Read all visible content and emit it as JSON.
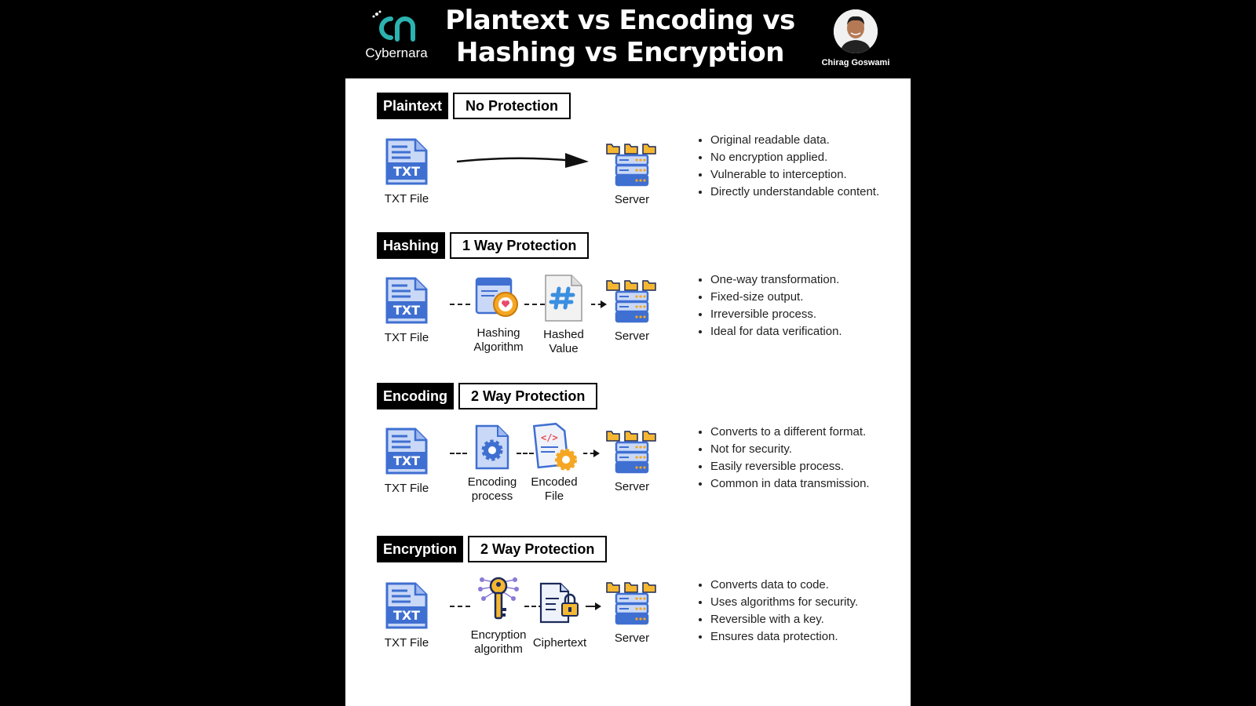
{
  "header": {
    "logo_text": "Cybernara",
    "title_line1": "Plantext vs Encoding vs",
    "title_line2": "Hashing vs Encryption",
    "author_name": "Chirag Goswami"
  },
  "sections": [
    {
      "tag": "Plaintext",
      "protection": "No Protection",
      "nodes": {
        "file": "TXT File",
        "server": "Server"
      },
      "bullets": [
        "Original readable data.",
        "No encryption applied.",
        "Vulnerable to interception.",
        "Directly understandable content."
      ]
    },
    {
      "tag": "Hashing",
      "protection": "1 Way Protection",
      "nodes": {
        "file": "TXT File",
        "step1": "Hashing Algorithm",
        "step2": "Hashed Value",
        "server": "Server"
      },
      "bullets": [
        "One-way transformation.",
        "Fixed-size output.",
        "Irreversible process.",
        "Ideal for data verification."
      ]
    },
    {
      "tag": "Encoding",
      "protection": "2 Way Protection",
      "nodes": {
        "file": "TXT File",
        "step1": "Encoding process",
        "step2": "Encoded File",
        "server": "Server"
      },
      "bullets": [
        "Converts to a different format.",
        "Not for security.",
        "Easily reversible process.",
        "Common in data transmission."
      ]
    },
    {
      "tag": "Encryption",
      "protection": "2 Way Protection",
      "nodes": {
        "file": "TXT File",
        "step1": "Encryption algorithm",
        "step2": "Ciphertext",
        "server": "Server"
      },
      "bullets": [
        "Converts data to code.",
        "Uses algorithms for security.",
        "Reversible with a key.",
        "Ensures data protection."
      ]
    }
  ],
  "colors": {
    "doc_blue": "#3f6fd1",
    "doc_light": "#b9ccf3",
    "folder": "#f5b731",
    "text_accent": "#2a9aa8"
  },
  "icons": [
    "txt-file-icon",
    "server-icon",
    "hashing-algorithm-icon",
    "hash-document-icon",
    "encoding-gear-document-icon",
    "encoded-code-file-icon",
    "encryption-key-icon",
    "ciphertext-lock-icon"
  ]
}
